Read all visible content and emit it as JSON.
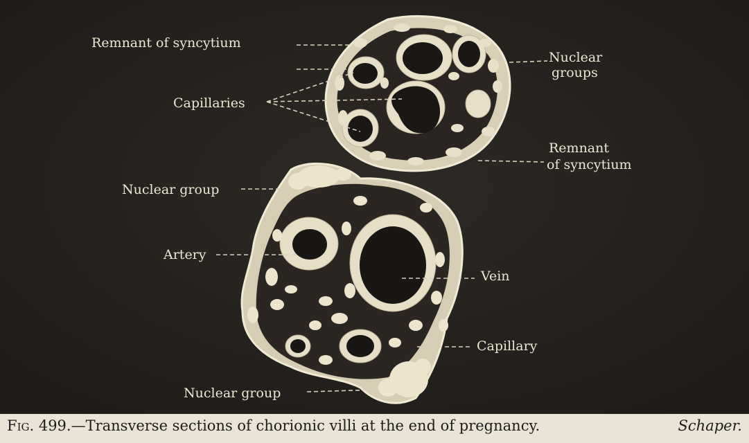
{
  "labels": {
    "remnant_syncytium_top": "Remnant of syncytium",
    "capillaries": "Capillaries",
    "nuclear_groups_line1": "Nuclear",
    "nuclear_groups_line2": "groups",
    "remnant_right_line1": "Remnant",
    "remnant_right_line2": "of syncytium",
    "nuclear_group_upper": "Nuclear group",
    "artery": "Artery",
    "vein": "Vein",
    "capillary": "Capillary",
    "nuclear_group_lower": "Nuclear group"
  },
  "caption": {
    "figure_number": "Fig. 499.",
    "text": "—Transverse sections of chorionic villi at the end of pregnancy.",
    "author": "Schaper."
  }
}
